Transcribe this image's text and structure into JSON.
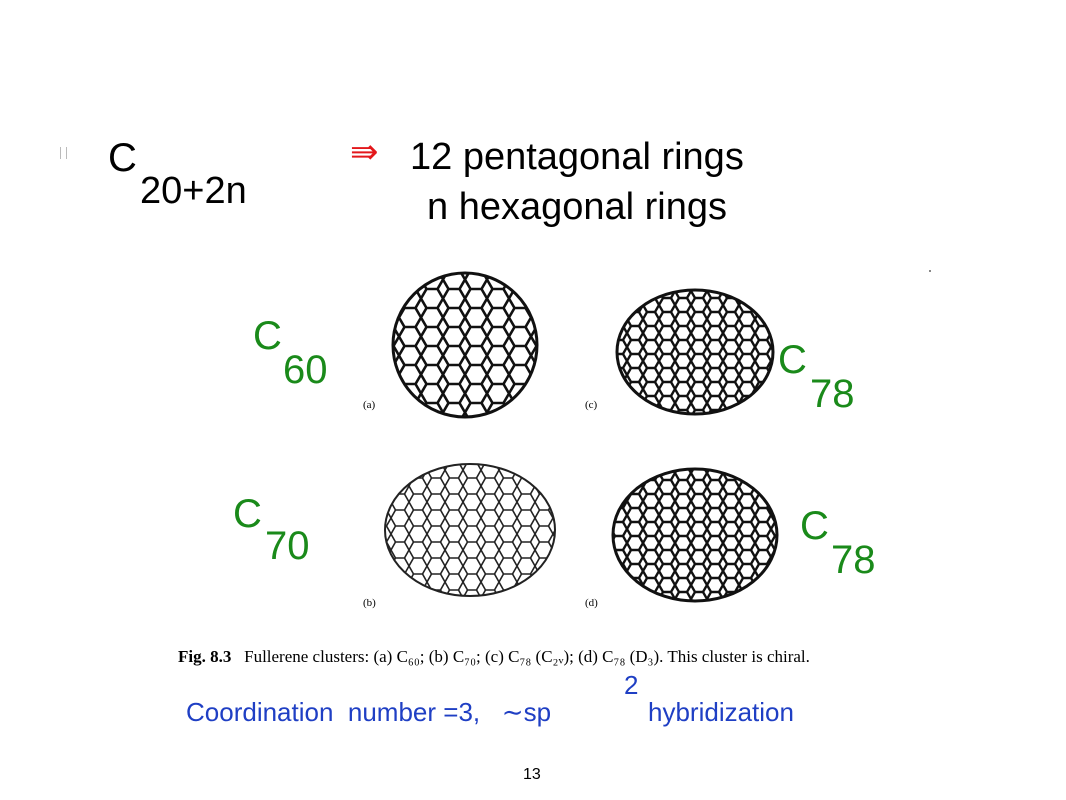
{
  "formula": {
    "symbol": "C",
    "subscript": "20+2n"
  },
  "implication": {
    "arrow": "⇛",
    "line1": "12 pentagonal rings",
    "line2": "n hexagonal rings"
  },
  "labels": {
    "c60": {
      "symbol": "C",
      "subscript": "60"
    },
    "c70": {
      "symbol": "C",
      "subscript": "70"
    },
    "c78_top": {
      "symbol": "C",
      "subscript": "78"
    },
    "c78_bottom": {
      "symbol": "C",
      "subscript": "78"
    }
  },
  "figure": {
    "panels": [
      "(a)",
      "(b)",
      "(c)",
      "(d)"
    ],
    "caption_fig": "Fig. 8.3",
    "caption_text": "Fullerene clusters: (a) C₆₀; (b) C₇₀; (c) C₇₈ (C₂ᵥ); (d) C₇₈ (D₃). This cluster is chiral."
  },
  "coordination": {
    "text": "Coordination  number =3,   ∼sp",
    "superscript": "2",
    "tail": "hybridization"
  },
  "page_number": "13",
  "colors": {
    "arrow": "#e3171b",
    "labels": "#1a8a1a",
    "coordination": "#1f3fc4"
  }
}
